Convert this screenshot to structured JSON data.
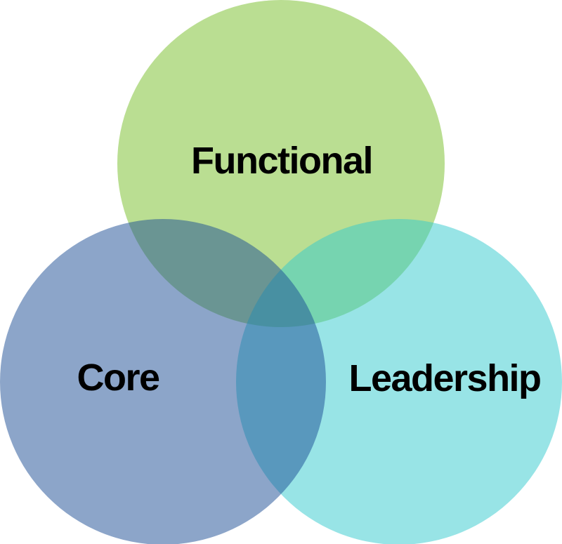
{
  "diagram": {
    "type": "venn-3",
    "background_color": "#ffffff",
    "label_color": "#000000",
    "circle_opacity": 0.5,
    "circles": [
      {
        "id": "functional",
        "label": "Functional",
        "position": "top",
        "base_color": "#75bd25",
        "region_color_alone": "#bade92"
      },
      {
        "id": "core",
        "label": "Core",
        "position": "bottom-left",
        "base_color": "#194b93",
        "region_color_alone": "#8ca5c9"
      },
      {
        "id": "leadership",
        "label": "Leadership",
        "position": "bottom-right",
        "base_color": "#31c9cd",
        "region_color_alone": "#98e4e6"
      }
    ],
    "overlap_colors": {
      "functional_core": "#6c9793",
      "functional_leadership": "#6fd2a7",
      "core_leadership": "#5a98bd",
      "all_three": "#4890a2"
    }
  }
}
